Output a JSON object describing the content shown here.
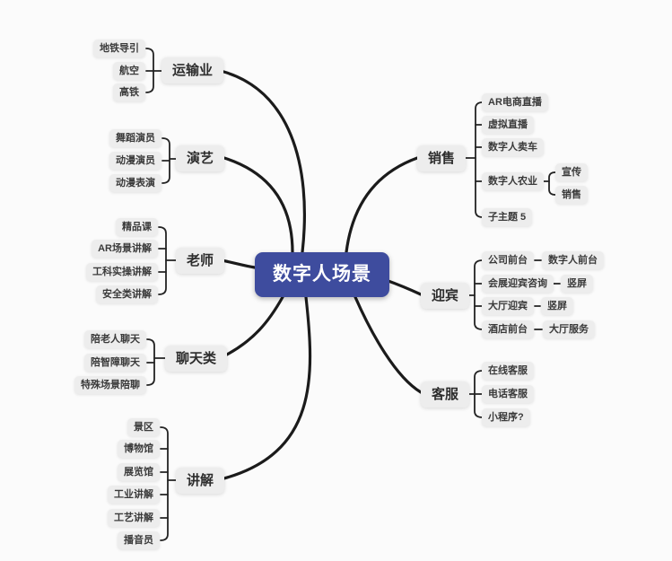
{
  "root": {
    "label": "数字人场景"
  },
  "colors": {
    "root_bg": "#3e4c9e",
    "root_text": "#ffffff",
    "node_bg": "#ededed",
    "node_text": "#3a3a3a",
    "line": "#1b1b1b",
    "canvas_bg": "#fbfbfb"
  },
  "left": [
    {
      "label": "运输业",
      "children": [
        {
          "label": "地铁导引"
        },
        {
          "label": "航空"
        },
        {
          "label": "高铁"
        }
      ]
    },
    {
      "label": "演艺",
      "children": [
        {
          "label": "舞蹈演员"
        },
        {
          "label": "动漫演员"
        },
        {
          "label": "动漫表演"
        }
      ]
    },
    {
      "label": "老师",
      "children": [
        {
          "label": "精品课"
        },
        {
          "label": "AR场景讲解"
        },
        {
          "label": "工科实操讲解"
        },
        {
          "label": "安全类讲解"
        }
      ]
    },
    {
      "label": "聊天类",
      "children": [
        {
          "label": "陪老人聊天"
        },
        {
          "label": "陪智障聊天"
        },
        {
          "label": "特殊场景陪聊"
        }
      ]
    },
    {
      "label": "讲解",
      "children": [
        {
          "label": "景区"
        },
        {
          "label": "博物馆"
        },
        {
          "label": "展览馆"
        },
        {
          "label": "工业讲解"
        },
        {
          "label": "工艺讲解"
        },
        {
          "label": "播音员"
        }
      ]
    }
  ],
  "right": [
    {
      "label": "销售",
      "children": [
        {
          "label": "AR电商直播"
        },
        {
          "label": "虚拟直播"
        },
        {
          "label": "数字人卖车"
        },
        {
          "label": "数字人农业",
          "children": [
            {
              "label": "宣传"
            },
            {
              "label": "销售"
            }
          ]
        },
        {
          "label": "子主题 5"
        }
      ]
    },
    {
      "label": "迎宾",
      "children": [
        {
          "label": "公司前台",
          "children": [
            {
              "label": "数字人前台"
            }
          ]
        },
        {
          "label": "会展迎宾咨询",
          "children": [
            {
              "label": "竖屏"
            }
          ]
        },
        {
          "label": "大厅迎宾",
          "children": [
            {
              "label": "竖屏"
            }
          ]
        },
        {
          "label": "酒店前台",
          "children": [
            {
              "label": "大厅服务"
            }
          ]
        }
      ]
    },
    {
      "label": "客服",
      "children": [
        {
          "label": "在线客服"
        },
        {
          "label": "电话客服"
        },
        {
          "label": "小程序?"
        }
      ]
    }
  ]
}
